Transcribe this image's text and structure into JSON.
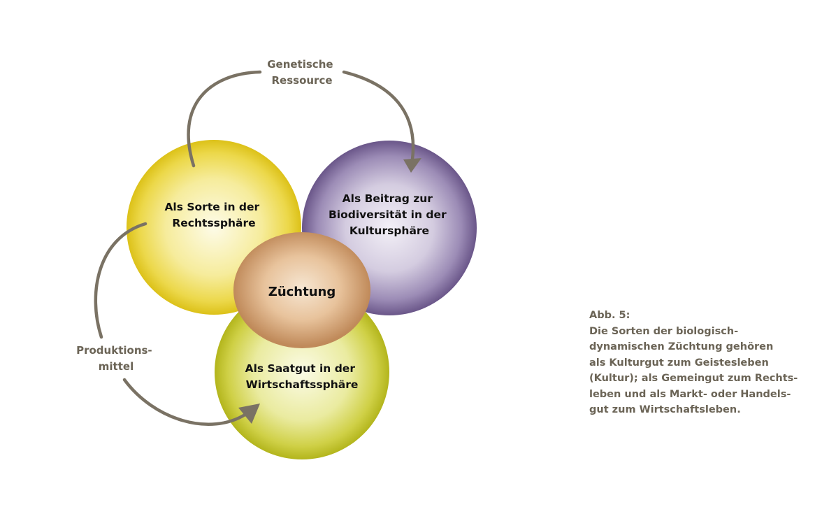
{
  "colors": {
    "yellow": "#e6cc1e",
    "purple": "#6d5a8e",
    "olive": "#b8ba22",
    "center": "#c7956a",
    "arrow": "#7a7264",
    "text_brown": "#6b6456"
  },
  "circles": {
    "rechtssphaere": [
      "Als Sorte in der",
      "Rechtssphäre"
    ],
    "kultursphaere": [
      "Als Beitrag zur",
      "Biodiversität in der",
      "Kultursphäre"
    ],
    "wirtschaftssphaere": [
      "Als Saatgut in der",
      "Wirtschaftssphäre"
    ],
    "center": "Züchtung"
  },
  "arrows": {
    "top": [
      "Genetische",
      "Ressource"
    ],
    "left": [
      "Produktions-",
      "mittel"
    ]
  },
  "caption": {
    "title": "Abb. 5:",
    "lines": [
      "Die Sorten der biologisch-",
      "dynamischen Züchtung gehören",
      "als Kulturgut zum Geistesleben",
      "(Kultur); als Gemeingut zum Rechts-",
      "leben und als Markt- oder Handels-",
      "gut zum Wirtschaftsleben."
    ]
  }
}
